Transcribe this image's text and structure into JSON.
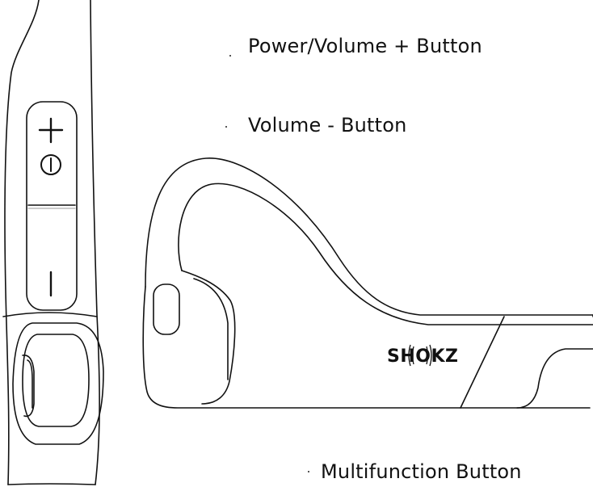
{
  "labels": {
    "power_volume_plus": "Power/Volume + Button",
    "volume_minus": "Volume - Button",
    "multifunction": "Multifunction Button"
  },
  "brand": {
    "logo_text": "SHOKZ"
  },
  "icons": [
    "plus-icon",
    "power-icon",
    "minus-icon"
  ]
}
